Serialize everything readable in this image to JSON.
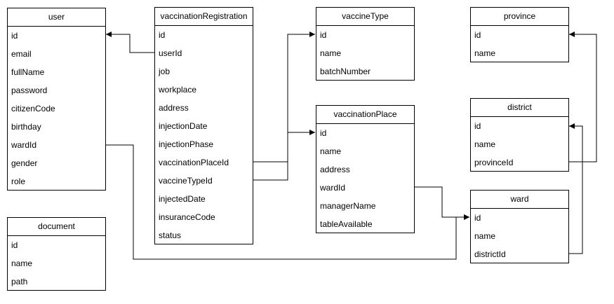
{
  "entities": {
    "user": {
      "title": "user",
      "fields": [
        "id",
        "email",
        "fullName",
        "password",
        "citizenCode",
        "birthday",
        "wardId",
        "gender",
        "role"
      ]
    },
    "vaccinationRegistration": {
      "title": "vaccinationRegistration",
      "fields": [
        "id",
        "userId",
        "job",
        "workplace",
        "address",
        "injectionDate",
        "injectionPhase",
        "vaccinationPlaceId",
        "vaccineTypeId",
        "injectedDate",
        "insuranceCode",
        "status"
      ]
    },
    "vaccineType": {
      "title": "vaccineType",
      "fields": [
        "id",
        "name",
        "batchNumber"
      ]
    },
    "province": {
      "title": "province",
      "fields": [
        "id",
        "name"
      ]
    },
    "vaccinationPlace": {
      "title": "vaccinationPlace",
      "fields": [
        "id",
        "name",
        "address",
        "wardId",
        "managerName",
        "tableAvailable"
      ]
    },
    "district": {
      "title": "district",
      "fields": [
        "id",
        "name",
        "provinceId"
      ]
    },
    "ward": {
      "title": "ward",
      "fields": [
        "id",
        "name",
        "districtId"
      ]
    },
    "document": {
      "title": "document",
      "fields": [
        "id",
        "name",
        "path"
      ]
    }
  }
}
